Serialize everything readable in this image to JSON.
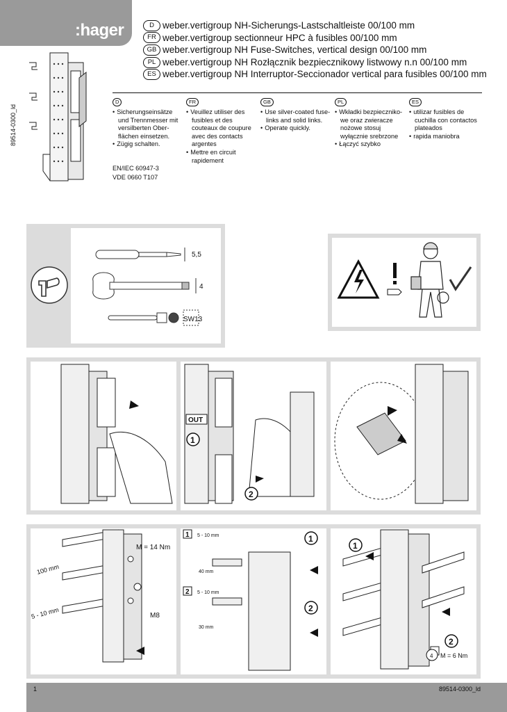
{
  "brand": {
    "logo_text": ":hager"
  },
  "side_code": "89514-0300_ld",
  "titles": [
    {
      "code": "D",
      "text": "weber.vertigroup NH-Sicherungs-Lastschaltleiste 00/100 mm"
    },
    {
      "code": "FR",
      "text": "weber.vertigroup sectionneur HPC à fusibles 00/100 mm"
    },
    {
      "code": "GB",
      "text": "weber.vertigroup NH Fuse-Switches, vertical design 00/100 mm"
    },
    {
      "code": "PL",
      "text": "weber.vertigroup NH Rozłącznik bezpiecznikowy listwowy n.n 00/100 mm"
    },
    {
      "code": "ES",
      "text": "weber.vertigroup NH Interruptor-Seccionador vertical para fusibles 00/100 mm"
    }
  ],
  "instructions": [
    {
      "code": "D",
      "items": [
        "Sicherungseinsätze und Trennmesser mit versilberten Ober-flächen einsetzen.",
        "Zügig schalten."
      ]
    },
    {
      "code": "FR",
      "items": [
        "Veuillez utiliser des fusibles et des couteaux de coupure avec des contacts argentes",
        "Mettre en circuit rapidement"
      ]
    },
    {
      "code": "GB",
      "items": [
        "Use silver-coated fuse-links and solid links.",
        "Operate quickly."
      ]
    },
    {
      "code": "PL",
      "items": [
        "Wkładki bezpieczniko-we oraz zwieracze nożowe stosuj wyłącznie srebrzone",
        "Łączyć szybko"
      ]
    },
    {
      "code": "ES",
      "items": [
        "utilizar fusibles de cuchilla con contactos plateados",
        "rapida maniobra"
      ]
    }
  ],
  "standards": [
    "EN/IEC 60947-3",
    "VDE 0660 T107"
  ],
  "tools": {
    "screwdriver_size": "5,5",
    "hex_key_size": "4",
    "wrench_size": "SW13"
  },
  "step_labels": {
    "out": "OUT",
    "step1": "1",
    "step2": "2"
  },
  "mounting": {
    "torque_m8": "M = 14 Nm",
    "bolt": "M8",
    "spacing": "100 mm",
    "busbar_thickness": "5 - 10 mm",
    "option1_thickness": "5 - 10 mm",
    "option1_height": "40 mm",
    "option2_thickness": "5 - 10 mm",
    "option2_height": "30 mm",
    "hex_size": "4",
    "torque_terminal": "M = 6 Nm"
  },
  "footer": {
    "page": "1",
    "doc_code": "89514-0300_ld"
  }
}
